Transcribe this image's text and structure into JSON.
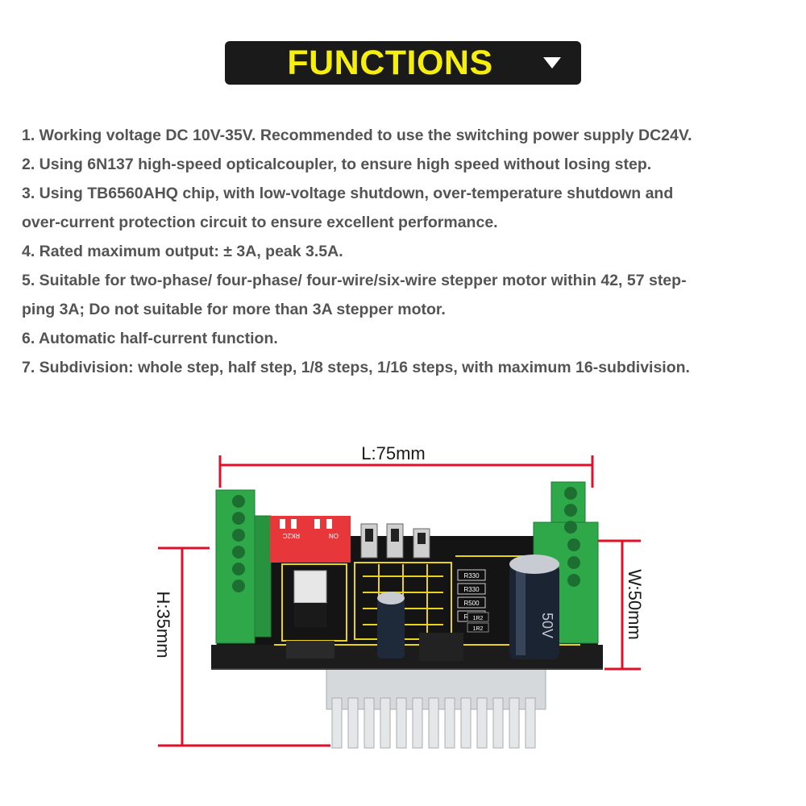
{
  "header": {
    "title": "FUNCTIONS"
  },
  "features": [
    "1. Working voltage DC 10V-35V. Recommended to use the switching power supply  DC24V.",
    "2. Using 6N137 high-speed opticalcoupler, to ensure high speed without losing step.",
    "3. Using TB6560AHQ chip, with low-voltage shutdown, over-temperature shutdown and",
    "over-current protection circuit to ensure excellent performance.",
    "4. Rated maximum output: ± 3A, peak 3.5A.",
    "5. Suitable for two-phase/ four-phase/ four-wire/six-wire stepper motor within 42, 57 step-",
    "ping 3A; Do not suitable for more than 3A stepper motor.",
    "6. Automatic half-current function.",
    "7. Subdivision: whole step, half step, 1/8 steps, 1/16 steps, with maximum 16-subdivision."
  ],
  "dimensions": {
    "length": "L:75mm",
    "height": "H:35mm",
    "width": "W:50mm"
  },
  "board": {
    "dip_on": "ON",
    "dip_code": "RK2C",
    "cap_voltage": "50V",
    "resistors": [
      "R330",
      "R330",
      "R500",
      "R500"
    ],
    "smd_codes": [
      "1R2",
      "1R2"
    ]
  },
  "colors": {
    "banner_bg": "#1a1a1a",
    "banner_text": "#f5ee0f",
    "dimension_line": "#e0102a",
    "terminal_green": "#2fa84a",
    "pcb_black": "#141414",
    "dip_red": "#e8373a"
  }
}
